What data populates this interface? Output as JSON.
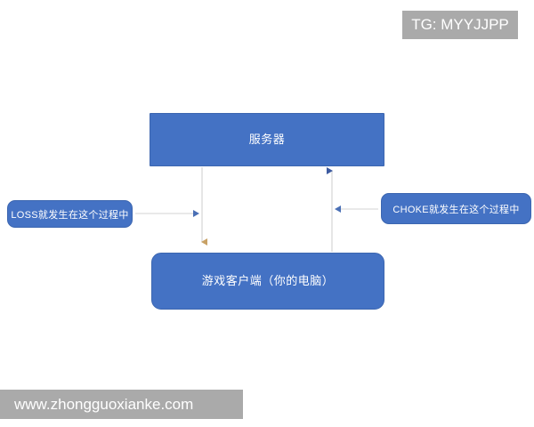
{
  "diagram": {
    "title_unused": "",
    "background_color": "#ffffff",
    "node_fill_color": "#4472c4",
    "node_border_color": "#3c66b0",
    "node_text_color": "#ffffff",
    "connector_color": "#d9d9d9",
    "arrowhead_down_color": "#c8a165",
    "arrowhead_up_color": "#3c5aa0",
    "nodes": {
      "server": {
        "label": "服务器"
      },
      "client": {
        "label": "游戏客户端（你的电脑）"
      }
    },
    "callouts": {
      "loss": {
        "label": "LOSS就发生在这个过程中"
      },
      "choke": {
        "label": "CHOKE就发生在这个过程中"
      }
    }
  },
  "watermarks": {
    "top_right": {
      "text": "TG: MYYJJPP",
      "background_color": "#aaaaaa",
      "text_color": "#ffffff"
    },
    "bottom_left": {
      "text": "www.zhongguoxianke.com",
      "background_color": "#aaaaaa",
      "text_color": "#ffffff"
    }
  }
}
